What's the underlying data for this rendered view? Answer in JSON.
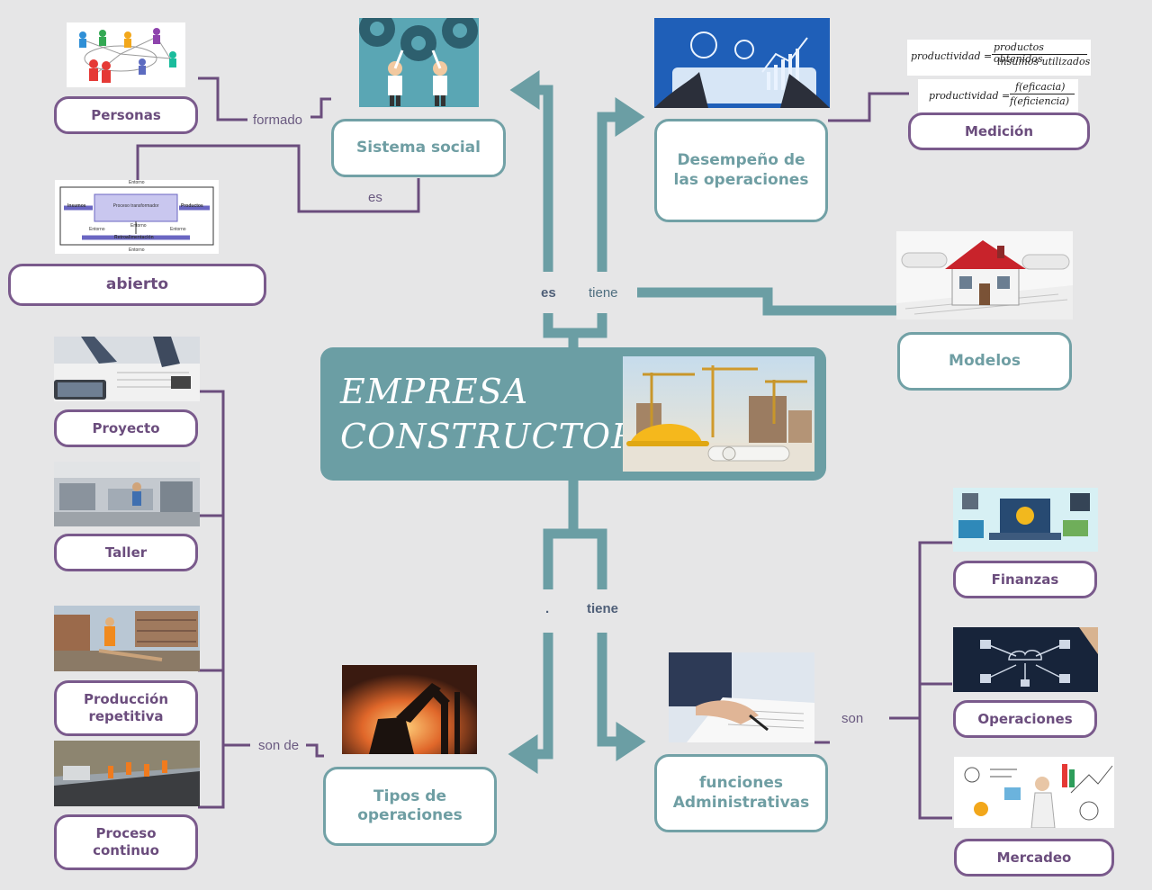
{
  "central": {
    "line1": "EMPRESA",
    "line2": "CONSTRUCTORA"
  },
  "connectors": {
    "es_top": "es",
    "tiene_top": "tiene",
    "dot_bottom": ".",
    "tiene_bottom": "tiene",
    "formado": "formado",
    "es_social": "es",
    "son_de": "son de",
    "son": "son"
  },
  "nodes": {
    "personas": "Personas",
    "abierto": "abierto",
    "sistema_social": "Sistema social",
    "desempeno": "Desempeño de las operaciones",
    "medicion": "Medición",
    "modelos": "Modelos",
    "proyecto": "Proyecto",
    "taller": "Taller",
    "produccion_repetitiva": "Producción repetitiva",
    "proceso_continuo": "Proceso continuo",
    "tipos_operaciones": "Tipos de operaciones",
    "funciones_administrativas": "funciones Administrativas",
    "finanzas": "Finanzas",
    "operaciones": "Operaciones",
    "mercadeo": "Mercadeo"
  },
  "formulas": {
    "f1_lhs": "productividad  =",
    "f1_num": "productos obtenidos",
    "f1_den": "insumos utilizados",
    "f2_lhs": "productividad  =",
    "f2_num": "f(eficacia)",
    "f2_den": "f(eficiencia)"
  },
  "diagram_labels": {
    "input": "Insumos",
    "process": "Proceso transformador",
    "output": "Productos",
    "feedback": "Retroalimentación",
    "env1": "Entorno",
    "env2": "Entorno",
    "env3": "Entorno",
    "env4": "Entorno",
    "env5": "Entorno"
  },
  "colors": {
    "teal": "#6b9ea4",
    "purple": "#7a5a8c",
    "background": "#e6e6e7"
  },
  "icons": [
    "people-network-icon",
    "gears-team-icon",
    "analytics-tablet-icon",
    "house-blueprint-icon",
    "construction-site-icon",
    "excavator-sunset-icon",
    "signing-document-icon",
    "finance-laptop-icon",
    "network-operations-icon",
    "marketing-doodle-icon"
  ]
}
